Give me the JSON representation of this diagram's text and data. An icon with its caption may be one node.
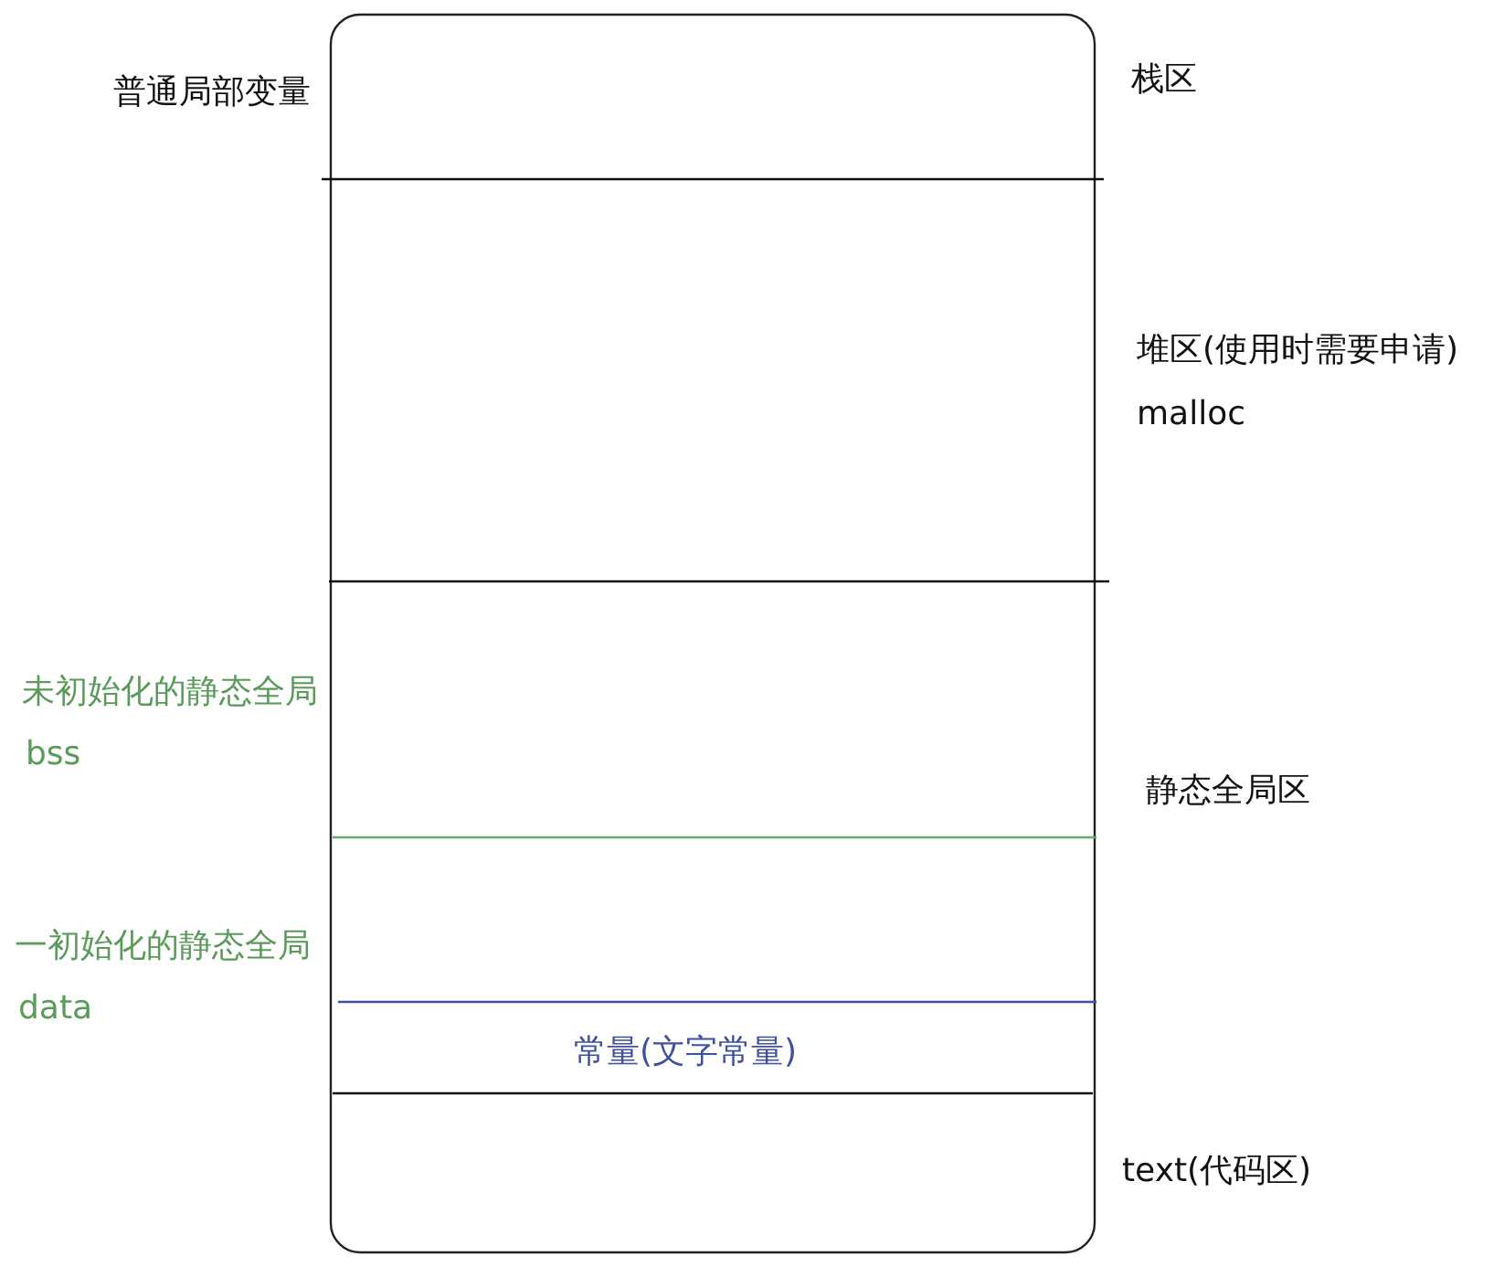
{
  "diagram": {
    "labels": [
      "普通局部变量",
      "栈区",
      "堆区(使用时需要申请)",
      "malloc",
      "未初始化的静态全局",
      "bss",
      "静态全局区",
      "一初始化的静态全局",
      "data",
      "常量(文字常量)",
      "text(代码区)"
    ]
  }
}
